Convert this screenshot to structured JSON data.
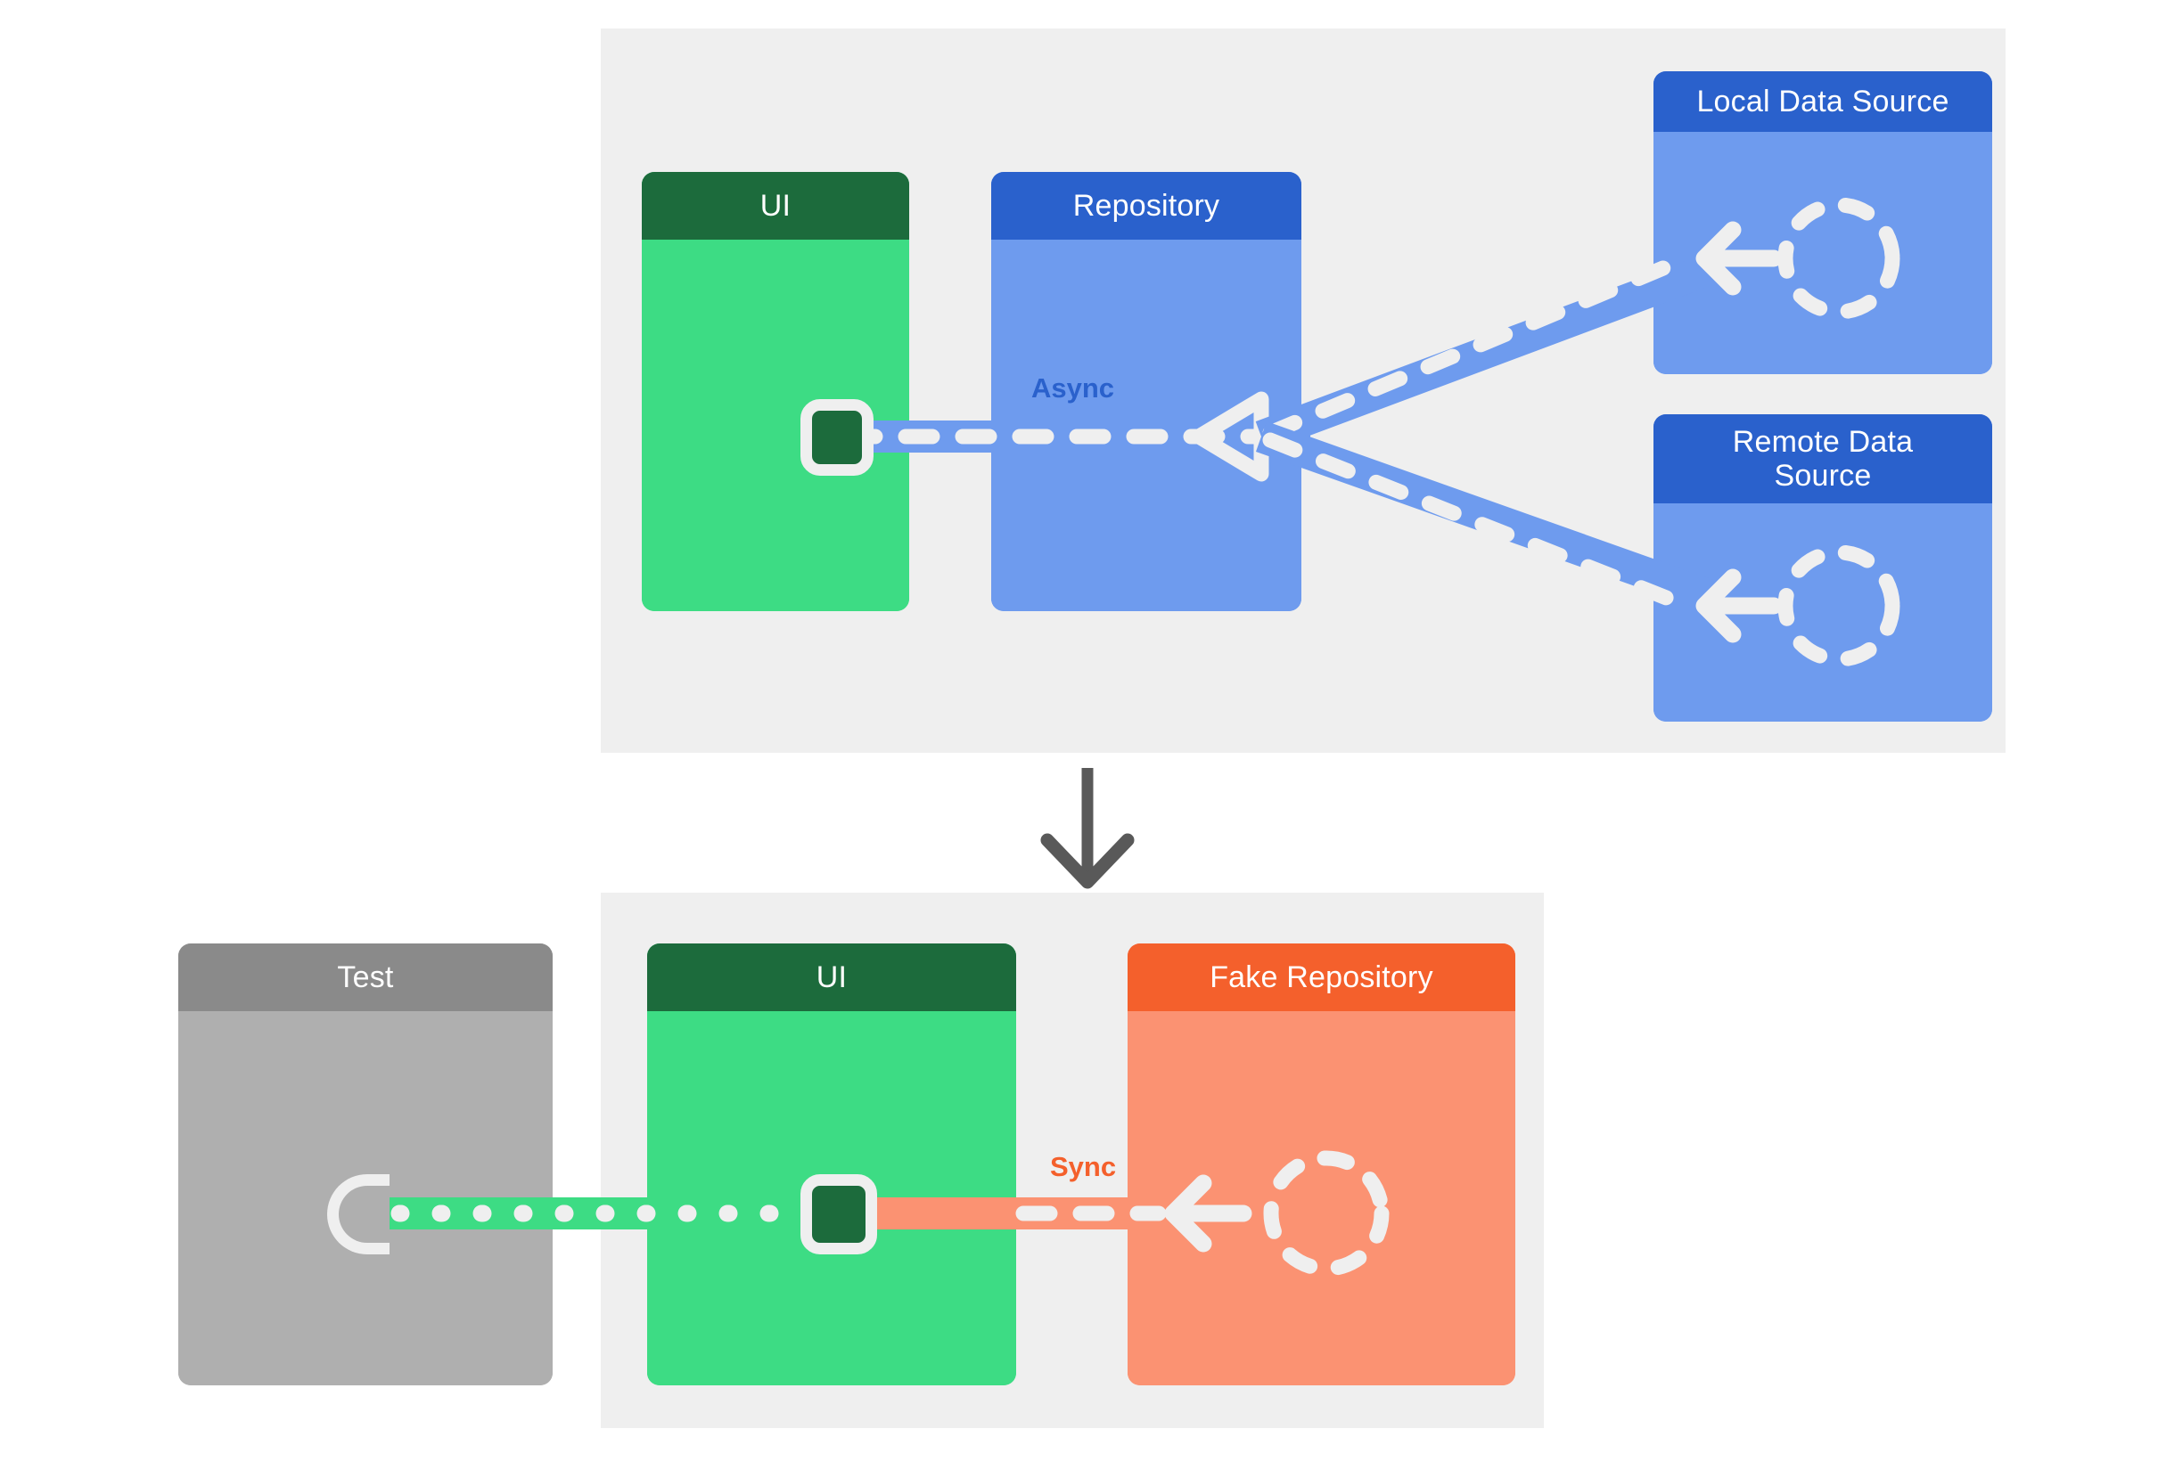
{
  "diagram": {
    "title_alt": "Repository pattern: production wiring vs test wiring",
    "colors": {
      "panel_bg": "#EFEFEF",
      "page_bg": "#FFFFFF",
      "ui_header": "#1C6B3C",
      "ui_body": "#3DDC84",
      "repo_header": "#2A61CC",
      "repo_body": "#6E9BEE",
      "datasource_header": "#2A61CC",
      "datasource_body": "#6E9BEE",
      "test_header": "#8A8A8A",
      "test_body": "#AFAFAF",
      "fake_repo_header": "#F4602C",
      "fake_repo_body": "#FB9272",
      "async_label": "#2A61CC",
      "sync_label": "#F4602C",
      "arrow_gray": "#595959",
      "dash_white": "#EFEFEF"
    },
    "panels": [
      {
        "name": "production",
        "caption": ""
      },
      {
        "name": "test",
        "caption": ""
      }
    ],
    "top_panel": {
      "nodes": [
        {
          "id": "ui",
          "label": "UI"
        },
        {
          "id": "repository",
          "label": "Repository"
        },
        {
          "id": "local_ds",
          "label": "Local Data Source"
        },
        {
          "id": "remote_ds",
          "label": "Remote Data Source"
        }
      ],
      "edges": [
        {
          "from": "ui",
          "to": "repository",
          "label": "Async",
          "style": "dashed"
        },
        {
          "from": "repository",
          "to": "local_ds",
          "label": "",
          "style": "dashed"
        },
        {
          "from": "repository",
          "to": "remote_ds",
          "label": "",
          "style": "dashed"
        }
      ]
    },
    "bottom_panel": {
      "nodes": [
        {
          "id": "test",
          "label": "Test"
        },
        {
          "id": "ui2",
          "label": "UI"
        },
        {
          "id": "fake_repo",
          "label": "Fake Repository"
        }
      ],
      "edges": [
        {
          "from": "test",
          "to": "ui2",
          "label": "",
          "style": "dotted"
        },
        {
          "from": "ui2",
          "to": "fake_repo",
          "label": "Sync",
          "style": "dashed"
        }
      ]
    },
    "flow_arrow": {
      "direction": "down"
    },
    "icons": {
      "plug": "plug-icon",
      "socket": "socket-icon",
      "ring": "dashed-circle-icon",
      "arrow_left": "arrow-left-icon",
      "triangle_left": "triangle-left-icon",
      "arrow_down": "arrow-down-icon"
    }
  }
}
